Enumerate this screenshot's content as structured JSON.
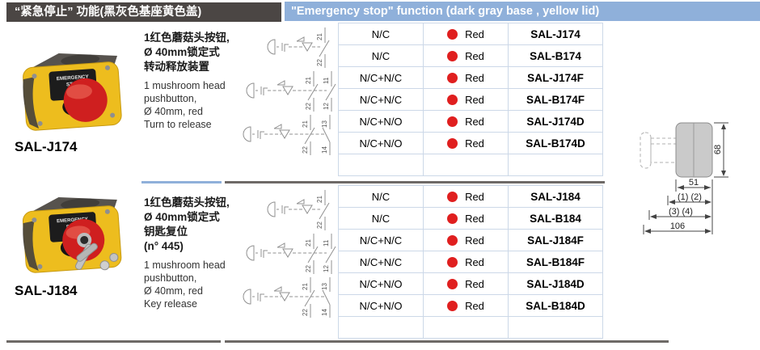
{
  "header": {
    "zh": "“紧急停止” 功能(黑灰色基座黄色盖)",
    "en": "\"Emergency stop\" function (dark gray base , yellow lid)"
  },
  "colors": {
    "accent_blue": "#8fb0da",
    "header_dark": "#4b4644",
    "status_red": "#e01f1f",
    "lid_yellow": "#edbd1e"
  },
  "dimensions": {
    "h": "68",
    "w": "51",
    "d12": "(1) (2)",
    "d34": "(3) (4)",
    "total": "106"
  },
  "products": [
    {
      "model": "SAL-J174",
      "button_line1": "EMERGENCY",
      "button_line2": "STOP",
      "desc_zh": [
        "1红色蘑菇头按钮,",
        "Ø 40mm锁定式",
        "转动释放装置"
      ],
      "desc_en": [
        "1 mushroom head",
        "pushbutton,",
        "Ø 40mm, red",
        "Turn to release"
      ],
      "symbols": [
        {
          "type": "N/C",
          "t": [
            "21",
            "22"
          ]
        },
        {
          "type": "N/C+N/C",
          "t": [
            "21",
            "22",
            "11",
            "12"
          ]
        },
        {
          "type": "N/C+N/O",
          "t": [
            "21",
            "22",
            "13",
            "14"
          ]
        }
      ],
      "rows": [
        {
          "config": "N/C",
          "color": "Red",
          "part": "SAL-J174"
        },
        {
          "config": "N/C",
          "color": "Red",
          "part": "SAL-B174"
        },
        {
          "config": "N/C+N/C",
          "color": "Red",
          "part": "SAL-J174F"
        },
        {
          "config": "N/C+N/C",
          "color": "Red",
          "part": "SAL-B174F"
        },
        {
          "config": "N/C+N/O",
          "color": "Red",
          "part": "SAL-J174D"
        },
        {
          "config": "N/C+N/O",
          "color": "Red",
          "part": "SAL-B174D"
        }
      ]
    },
    {
      "model": "SAL-J184",
      "button_line1": "EMERGENCY",
      "button_line2": "STOP",
      "desc_zh": [
        "1红色蘑菇头按钮,",
        "Ø 40mm锁定式",
        "钥匙复位",
        "(n° 445)"
      ],
      "desc_en": [
        "1 mushroom head",
        "pushbutton,",
        "Ø 40mm, red",
        "Key release"
      ],
      "symbols": [
        {
          "type": "N/C",
          "t": [
            "21",
            "22"
          ]
        },
        {
          "type": "N/C+N/C",
          "t": [
            "21",
            "22",
            "11",
            "12"
          ]
        },
        {
          "type": "N/C+N/O",
          "t": [
            "21",
            "22",
            "13",
            "14"
          ]
        }
      ],
      "rows": [
        {
          "config": "N/C",
          "color": "Red",
          "part": "SAL-J184"
        },
        {
          "config": "N/C",
          "color": "Red",
          "part": "SAL-B184"
        },
        {
          "config": "N/C+N/C",
          "color": "Red",
          "part": "SAL-J184F"
        },
        {
          "config": "N/C+N/C",
          "color": "Red",
          "part": "SAL-B184F"
        },
        {
          "config": "N/C+N/O",
          "color": "Red",
          "part": "SAL-J184D"
        },
        {
          "config": "N/C+N/O",
          "color": "Red",
          "part": "SAL-B184D"
        }
      ]
    }
  ]
}
